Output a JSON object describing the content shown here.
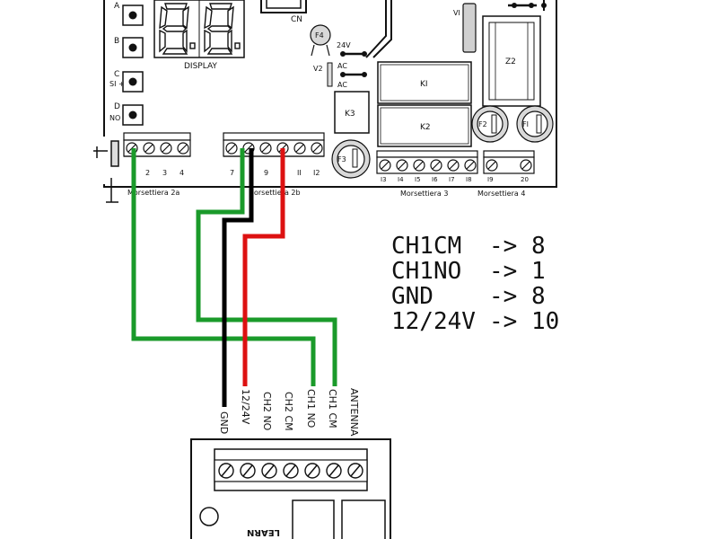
{
  "board": {
    "buttons": [
      {
        "letter": "A",
        "sub": ""
      },
      {
        "letter": "B",
        "sub": ""
      },
      {
        "letter": "C",
        "sub": "SI +"
      },
      {
        "letter": "D",
        "sub": "NO"
      }
    ],
    "display_label": "DISPLAY",
    "cn_label": "CN",
    "f4_label": "F4",
    "v2_label": "V2",
    "v24_label": "24V",
    "ac_label": "AC",
    "ac2_label": "AC",
    "v1_label": "VI",
    "z2_label": "Z2",
    "k1_label": "KI",
    "k2_label": "K2",
    "k3_label": "K3",
    "f1_label": "FI",
    "f2_label": "F2",
    "f3_label": "F3",
    "m2a_label": "Morsettiera 2a",
    "m2b_label": "orsettiera 2b",
    "m3_label": "Morsettiera 3",
    "m4_label": "Morsettiera 4",
    "m2a_numbers": [
      "2",
      "3",
      "4"
    ],
    "m2b_numbers": [
      "7",
      "9",
      "II",
      "I2"
    ],
    "m3_numbers": [
      "I3",
      "I4",
      "I5",
      "I6",
      "I7",
      "I8"
    ],
    "m4_numbers": [
      "I9",
      "20"
    ]
  },
  "receiver": {
    "pin_labels": [
      "GND",
      "12/24V",
      "CH2 NO",
      "CH2 CM",
      "CH1 NO",
      "CH1 CM",
      "ANTENNA"
    ],
    "learn_label": "LEARN"
  },
  "mapping": [
    {
      "signal": "CH1CM",
      "arrow": "->",
      "terminal": "8"
    },
    {
      "signal": "CH1NO",
      "arrow": "->",
      "terminal": "1"
    },
    {
      "signal": "GND",
      "arrow": "->",
      "terminal": "8"
    },
    {
      "signal": "12/24V",
      "arrow": "->",
      "terminal": "10"
    }
  ],
  "wire_colors": {
    "green": "#1a9a2a",
    "black": "#000000",
    "red": "#dd1111"
  }
}
